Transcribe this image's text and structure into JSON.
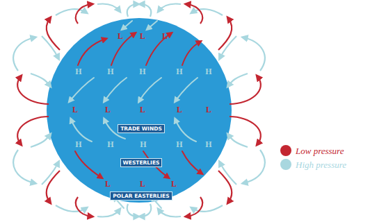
{
  "diagram": {
    "nodes": [
      {
        "text": [
          "TRADE WINDS"
        ]
      },
      {
        "text": [
          "WESTERLIES"
        ]
      },
      {
        "text": [
          "POLAR EASTERLIES"
        ]
      }
    ],
    "labels": [
      "L",
      "L",
      "L",
      "H",
      "H",
      "H",
      "H",
      "H",
      "L",
      "L",
      "L",
      "L",
      "L",
      "H",
      "H",
      "H",
      "H",
      "H",
      "L",
      "L",
      "L"
    ],
    "legend": [
      {
        "text": "Low pressure",
        "color": "#c32631"
      },
      {
        "text": "High pressure",
        "color": "#a8d7df"
      }
    ]
  }
}
